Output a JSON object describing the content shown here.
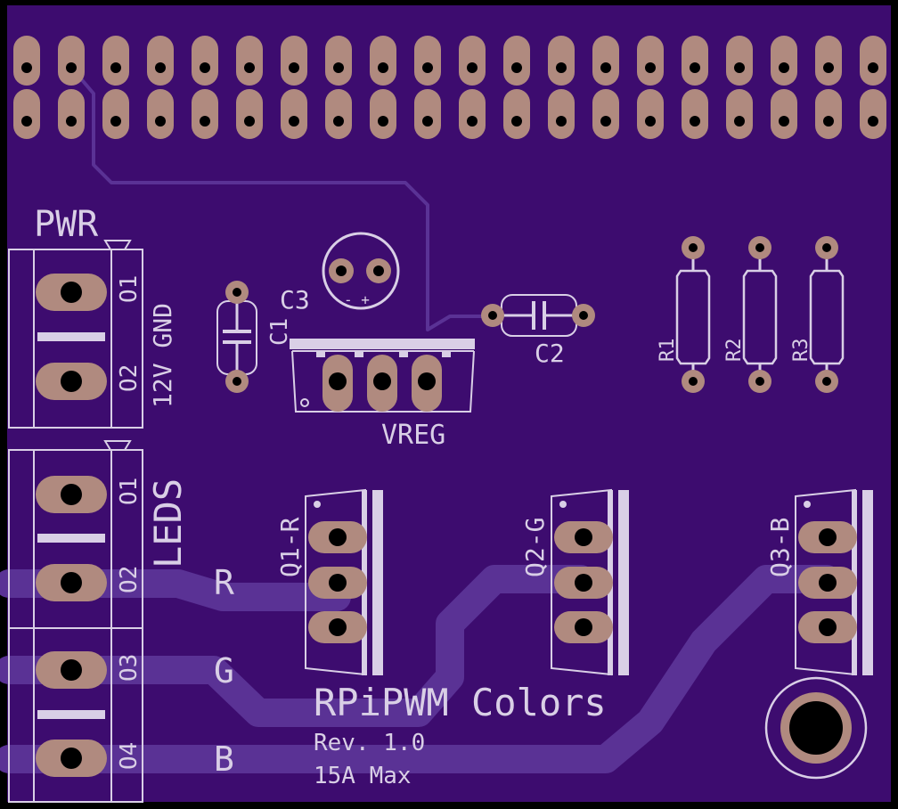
{
  "board": {
    "title": "RPiPWM Colors",
    "revision": "Rev. 1.0",
    "rating": "15A Max"
  },
  "colors": {
    "substrate": "#3d0c6f",
    "copper": "#b08a7f",
    "silkscreen": "#d9cfe6",
    "trace": "#5a3295",
    "edge": "#000000"
  },
  "labels": {
    "pwr": "PWR",
    "leds": "LEDS",
    "pwr_pins": "12V GND",
    "pin_o1": "O1",
    "pin_o2": "O2",
    "pin_o3": "O3",
    "pin_o4": "O4",
    "r": "R",
    "g": "G",
    "b": "B",
    "c1": "C1",
    "c2": "C2",
    "c3": "C3",
    "c3_polarity": "- +",
    "vreg": "VREG",
    "r1": "R1",
    "r2": "R2",
    "r3": "R3",
    "q1": "Q1-R",
    "q2": "Q2-G",
    "q3": "Q3-B"
  }
}
